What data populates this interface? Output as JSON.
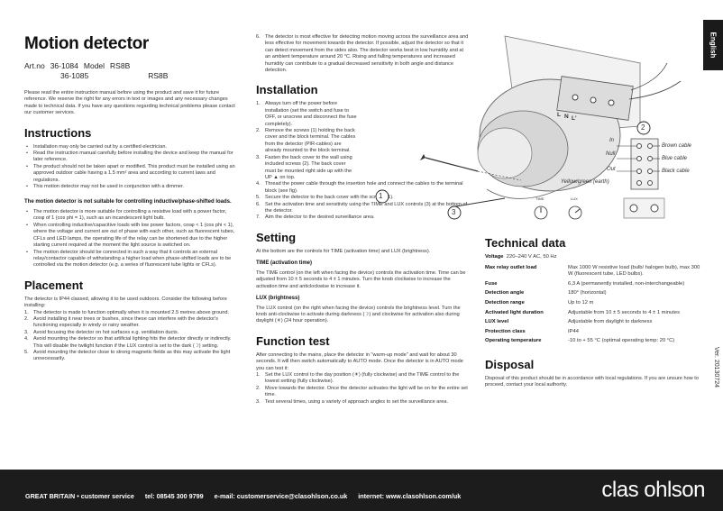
{
  "language_tab": "English",
  "version": "Ver. 20130724",
  "title": "Motion detector",
  "art": {
    "line1": [
      "Art.no",
      "36-1084",
      "Model",
      "RS8B"
    ],
    "line2": [
      "36-1085",
      "RS8B"
    ]
  },
  "intro": "Please read the entire instruction manual before using the product and save it for future reference. We reserve the right for any errors in text or images and any necessary changes made to technical data. If you have any questions regarding technical problems please contact our customer services.",
  "instructions": {
    "heading": "Instructions",
    "bullets": [
      "Installation may only be carried out by a certified electrician.",
      "Read the instruction manual carefully before installing the device and keep the manual for later reference.",
      "The product should not be taken apart or modified. This product must be installed using an approved outdoor cable having a 1.5 mm² area and according to current laws and regulations.",
      "This motion detector may not be used in conjunction with a dimmer."
    ],
    "subheading": "The motion detector is not suitable for controlling inductive/phase-shifted loads.",
    "bullets2": [
      "The motion detector is more suitable for controlling a resistive load with a power factor, cosφ of 1 (cos phi = 1), such as an incandescent light bulb.",
      "When controlling inductive/capacitive loads with low power factors, cosφ < 1 (cos phi < 1), where the voltage and current are out of phase with each other, such as fluorescent tubes, CFLs and LED lamps, the operating life of the relay can be shortened due to the higher starting current required at the moment the light source is switched on.",
      "The motion detector should be connected in such a way that it controls an external relay/contactor capable of withstanding a higher load when phase-shifted loads are to be controlled via the motion detector (e.g. a series of fluorescent tube lights or CFLs)."
    ]
  },
  "placement": {
    "heading": "Placement",
    "intro": "The detector is IP44 classed, allowing it to be used outdoors. Consider the following before installing:",
    "items": [
      "The detector is made to function optimally when it is mounted 2.5 metres above ground.",
      "Avoid installing it near trees or bushes, since these can interfere with the detector's functioning especially in windy or rainy weather.",
      "Avoid focusing the detector on hot surfaces e.g. ventilation ducts.",
      "Avoid mounting the detector so that artificial lighting hits the detector directly or indirectly. This will disable the twilight function if the LUX control is set to the dark (☽) setting.",
      "Avoid mounting the detector close to strong magnetic fields as this may activate the light unnecessarily."
    ],
    "item6": "The detector is most effective for detecting motion moving across the surveillance area and less effective for movement towards the detector. If possible, adjust the detector so that it can detect movement from the sides also. The detector works best in low humidity and at an ambient temperature around 20 °C. Rising and falling temperatures and increased humidity can contribute to a gradual decreased sensitivity in both angle and distance detection."
  },
  "installation": {
    "heading": "Installation",
    "items": [
      "Always turn off the power before installation (set the switch and fuse to OFF, or unscrew and disconnect the fuse completely).",
      "Remove the screws (1) holding the back cover and the block terminal. The cables from the detector (PIR-cables) are already mounted to the block terminal.",
      "Fasten the back cover to the wall using included screws (2). The back cover must be mounted right side up with the UP ▲ on top.",
      "Thread the power cable through the insertion hole and connect the cables to the terminal block (see fig).",
      "Secure the detector to the back cover with the screws (1).",
      "Set the activation time and sensitivity using the TIME and LUX controls (3) at the bottom of the detector.",
      "Aim the detector to the desired surveillance area."
    ]
  },
  "setting": {
    "heading": "Setting",
    "intro": "At the bottom are the controls for TIME (activation time) and LUX (brightness).",
    "time_heading": "TIME (activation time)",
    "time_text": "The TIME control (on the left when facing the device) controls the activation time. Time can be adjusted from 10 ± 5 seconds to 4 ± 1 minutes. Turn the knob clockwise to increase the activation time and anticlockwise to increase it.",
    "lux_heading": "LUX (brightness)",
    "lux_text": "The LUX control (on the right when facing the device) controls the brightness level. Turn the knob anti-clockwise to activate during darkness (☽) and clockwise for activation also during daylight (☀) (24 hour operation)."
  },
  "function_test": {
    "heading": "Function test",
    "intro": "After connecting to the mains, place the detector in \"warm-up mode\" and wait for about 30 seconds. It will then switch automatically to AUTO mode. Once the detector is in AUTO mode you can test it:",
    "items": [
      "Set the LUX control to the day position (☀) (fully clockwise) and the TIME control to the lowest setting (fully clockwise).",
      "Move towards the detector. Once the detector activates the light will be on for the entire set time.",
      "Test several times, using a variety of approach angles to set the surveillance area."
    ]
  },
  "diagram": {
    "callouts": [
      "1",
      "2",
      "3"
    ],
    "terminals": [
      "L",
      "N",
      "L'"
    ],
    "labels": {
      "in": "In",
      "null": "Null",
      "out": "Out",
      "earth": "Yellow/green (earth)"
    },
    "cables": [
      "Brown cable",
      "Blue cable",
      "Black cable"
    ],
    "knob_labels": [
      "TIME",
      "LUX"
    ]
  },
  "technical": {
    "heading": "Technical data",
    "voltage_label": "Voltage",
    "voltage_value": "220–240 V AC, 50 Hz",
    "rows": [
      {
        "k": "Max relay outlet load",
        "v": "Max 1000 W resistive load (bulb/ halogen bulb), max 300 W (fluorescent tube, LED bulbs)."
      },
      {
        "k": "Fuse",
        "v": "6,3 A (permanently installed, non-interchangeable)"
      },
      {
        "k": "Detection angle",
        "v": "180° (horizontal)"
      },
      {
        "k": "Detection range",
        "v": "Up to 12 m"
      },
      {
        "k": "Activated light duration",
        "v": "Adjustable from 10 ± 5 seconds to 4 ± 1 minutes"
      },
      {
        "k": "LUX level",
        "v": "Adjustable from daylight to darkness"
      },
      {
        "k": "Protection class",
        "v": "IP44"
      },
      {
        "k": "Operating temperature",
        "v": "-10 to + 55 °C (optimal operating temp: 20 °C)"
      }
    ]
  },
  "disposal": {
    "heading": "Disposal",
    "text": "Disposal of this product should be in accordance with local regulations. If you are unsure how to proceed, contact your local authority."
  },
  "footer": {
    "country": "GREAT BRITAIN • customer service",
    "tel": "tel: 08545 300 9799",
    "email": "e-mail: customerservice@clasohlson.co.uk",
    "internet": "internet: www.clasohlson.com/uk",
    "logo": "clas ohlson"
  }
}
